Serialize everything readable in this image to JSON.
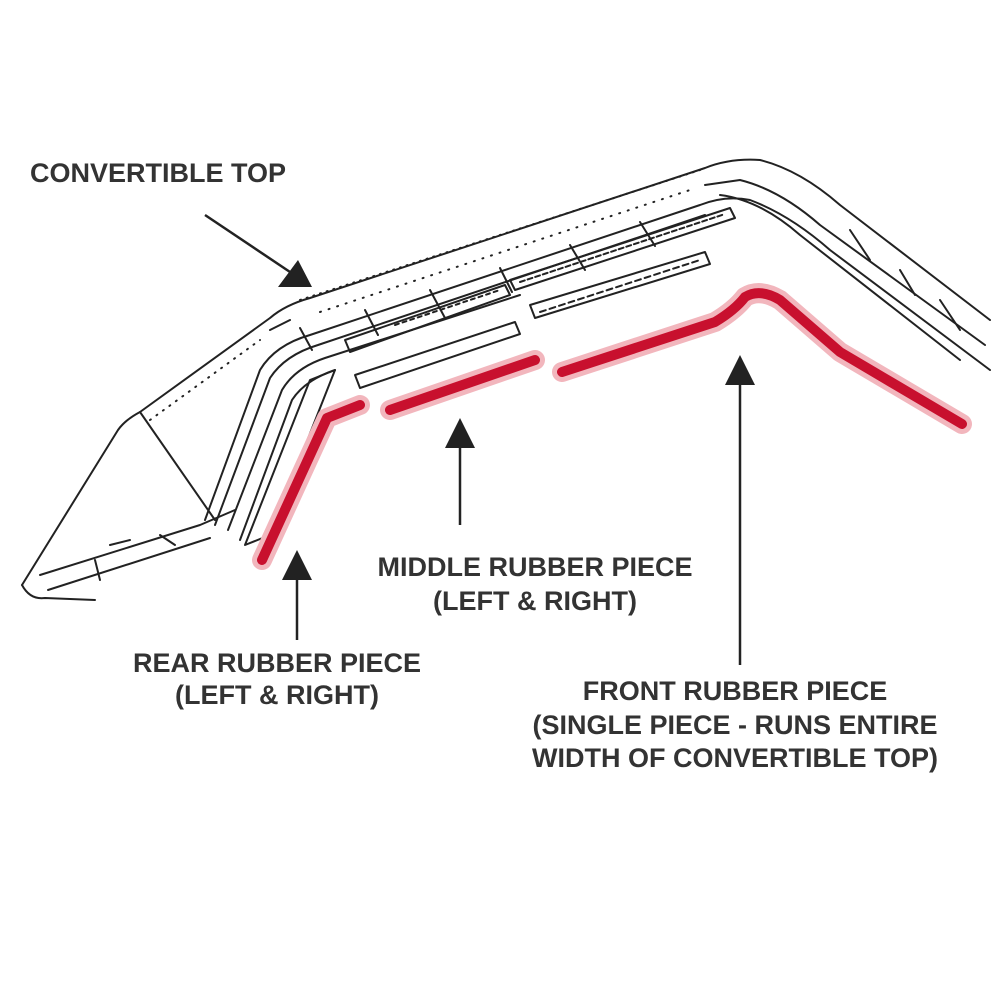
{
  "labels": {
    "convertible_top": "CONVERTIBLE TOP",
    "middle": [
      "MIDDLE RUBBER PIECE",
      "(LEFT & RIGHT)"
    ],
    "rear": [
      "REAR RUBBER PIECE",
      "(LEFT & RIGHT)"
    ],
    "front": [
      "FRONT RUBBER PIECE",
      "(SINGLE PIECE - RUNS ENTIRE",
      "WIDTH OF CONVERTIBLE TOP)"
    ]
  },
  "colors": {
    "highlight": "#c8102e",
    "highlight_glow": "#f2b6bd",
    "line": "#222222",
    "text": "#333333"
  }
}
